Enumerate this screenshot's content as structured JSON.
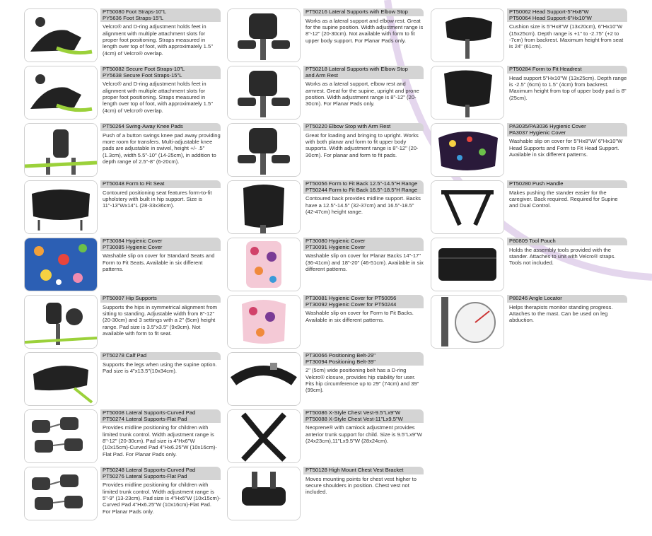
{
  "accent_color": "#c3a4d8",
  "columns": [
    [
      {
        "titles": [
          "PT50080 Foot Straps-10\"L",
          "PY5636 Foot Straps-15\"L"
        ],
        "desc": "Velcro® and D-ring adjustment holds feet in alignment with multiple attachment slots for proper foot positioning. Straps measured in length over top of foot, with approximately 1.5\" (4cm) of Velcro® overlap.",
        "thumb": "foot"
      },
      {
        "titles": [
          "PT50082 Secure Foot Straps-10\"L",
          "PY5638 Secure Foot Straps-15\"L"
        ],
        "desc": "Velcro® and D-ring adjustment holds feet in alignment with multiple attachment slots for proper foot positioning. Straps measured in length over top of foot, with approximately 1.5\" (4cm) of Velcro® overlap.",
        "thumb": "foot"
      },
      {
        "titles": [
          "PT50264 Swing-Away Knee Pads"
        ],
        "desc": "Push of a button swings knee pad away providing more room for transfers. Multi-adjustable knee pads are adjustable in swivel, height +/- .5\" (1.3cm), width 5.5\"-10\" (14-25cm), in addition to depth range of 2.5\"-8\" (6-20cm).",
        "thumb": "knee"
      },
      {
        "titles": [
          "PT50048 Form to Fit Seat"
        ],
        "desc": "Contoured positioning seat features form-to-fit upholstery with built in hip support. Size is 11\"-13\"Wx14\"L (28-33x36cm).",
        "thumb": "seat"
      },
      {
        "titles": [
          "PT30084 Hygienic Cover",
          "PT30085 Hygienic Cover"
        ],
        "desc": "Washable slip on cover for Standard Seats and Form to Fit Seats. Available in six different patterns.",
        "thumb": "blue-pattern"
      },
      {
        "titles": [
          "PT50007 Hip Supports"
        ],
        "desc": "Supports the hips in symmetrical alignment from sitting to standing. Adjustable width from 8\"-12\" (20-30cm) and 3 settings with a 2\" (5cm) height range. Pad size is 3.5\"x3.5\" (9x9cm). Not available with form to fit seat.",
        "thumb": "hip"
      },
      {
        "titles": [
          "PT50278 Calf Pad"
        ],
        "desc": "Supports the legs when using the supine option. Pad size is 4\"x13.5\"(10x34cm).",
        "thumb": "calf"
      },
      {
        "titles": [
          "PT50008 Lateral Supports-Curved Pad",
          "PT50274 Lateral Supports-Flat Pad"
        ],
        "desc": "Provides midline positioning for children with limited trunk control. Width adjustment range is 8\"-12\" (20-30cm). Pad size is 4\"Hx6\"W (10x15cm)-Curved Pad 4\"Hx6.25\"W (10x16cm)-Flat Pad. For Planar Pads only.",
        "thumb": "lateral"
      },
      {
        "titles": [
          "PT50248 Lateral Supports-Curved Pad",
          "PT50276 Lateral Supports-Flat Pad"
        ],
        "desc": "Provides midline positioning for children with limited trunk control. Width adjustment range is 5\"-9\" (13-23cm). Pad size is 4\"Hx6\"W (10x15cm)-Curved Pad 4\"Hx6.25\"W (10x16cm)-Flat Pad. For Planar Pads only.",
        "thumb": "lateral"
      }
    ],
    [
      {
        "titles": [
          "PT50216 Lateral Supports with Elbow Stop"
        ],
        "desc": "Works as a lateral support and elbow rest. Great for the supine position. Width adjustment range is 8\"-12\" (20-30cm). Not available with form to fit upper body support. For Planar Pads only.",
        "thumb": "frame"
      },
      {
        "titles": [
          "PT50218 Lateral Supports with Elbow Stop",
          "and Arm Rest"
        ],
        "desc": "Works as a lateral support, elbow rest and armrest. Great for the supine, upright and prone position. Width adjustment range is 8\"-12\" (20-30cm). For Planar Pads only.",
        "thumb": "frame"
      },
      {
        "titles": [
          "PT50220 Elbow Stop with Arm Rest"
        ],
        "desc": "Great for loading and bringing to upright. Works with both planar and form to fit upper body supports. Width adjustment range is 8\"-12\" (20-30cm). For planar and form to fit pads.",
        "thumb": "frame"
      },
      {
        "titles": [
          "PT50056 Form to Fit Back 12.5\"-14.5\"H Range",
          "PT50244 Form to Fit Back 16.5\"-18.5\"H Range"
        ],
        "desc": "Contoured back provides midline support. Backs have a 12.5\"-14.5\" (32-37cm) and 16.5\"-18.5\" (42-47cm) height range.",
        "thumb": "back"
      },
      {
        "titles": [
          "PT30080 Hygienic Cover",
          "PT30091 Hygienic Cover"
        ],
        "desc": "Washable slip on cover for Planar Backs 14\"-17\" (36-41cm) and 18\"-20\" (46-51cm). Available in six different patterns.",
        "thumb": "pink-cover"
      },
      {
        "titles": [
          "PT30081 Hygienic Cover for PT50056",
          "PT30092 Hygienic Cover for PT50244"
        ],
        "desc": "Washable slip on cover for Form to Fit Backs. Available in six different patterns.",
        "thumb": "pink-cover2"
      },
      {
        "titles": [
          "PT30066 Positioning Belt-29\"",
          "PT30094 Positioning Belt-39\""
        ],
        "desc": "2\" (5cm) wide positioning belt has a D-ring Velcro® closure, provides hip stability for user. Fits hip circumference up to 29\" (74cm) and 39\" (99cm).",
        "thumb": "belt"
      },
      {
        "titles": [
          "PT50086 X-Style Chest Vest-9.5\"Lx9\"W",
          "PT50088 X-Style Chest Vest-11\"Lx9.5\"W"
        ],
        "desc": "Neoprene® with camlock adjustment provides anterior trunk support for child. Size is 9.5\"Lx9\"W (24x23cm),11\"Lx9.5\"W (28x24cm).",
        "thumb": "vest"
      },
      {
        "titles": [
          "PT50128 High Mount Chest Vest Bracket"
        ],
        "desc": "Moves mounting points for chest vest higher to secure shoulders in position. Chest vest not included.",
        "thumb": "bracket"
      }
    ],
    [
      {
        "titles": [
          "PT50062 Head Support-5\"Hx8\"W",
          "PT50064 Head Support-6\"Hx10\"W"
        ],
        "desc": "Cushion size is 5\"Hx8\"W (13x20cm), 6\"Hx10\"W (15x25cm). Depth range is +1\" to -2.75\" (+2 to -7cm) from backrest. Maximum height from seat is 24\" (61cm).",
        "thumb": "head"
      },
      {
        "titles": [
          "PT50284 Form to Fit Headrest"
        ],
        "desc": "Head support 5\"Hx10\"W (13x25cm). Depth range is -2.5\" (6cm) to 1.5\" (4cm) from backrest. Maximum height from top of upper body pad is 8\" (25cm).",
        "thumb": "headrest"
      },
      {
        "titles": [
          "PA3035/PA3036 Hygienic Cover",
          "PA3037 Hygienic Cover"
        ],
        "desc": "Washable slip on cover for 5\"Hx8\"W/ 6\"Hx10\"W Head Supports and Form to Fit Head Support. Available in six different patterns.",
        "thumb": "space-cover"
      },
      {
        "titles": [
          "PT50280 Push Handle"
        ],
        "desc": "Makes pushing the stander easier for the caregiver. Back required. Required for Supine and Dual Control.",
        "thumb": "handle"
      },
      {
        "titles": [
          "P80809 Tool Pouch"
        ],
        "desc": "Holds the assembly tools provided with the stander. Attaches to unit with Velcro® straps. Tools not included.",
        "thumb": "pouch"
      },
      {
        "titles": [
          "P80246 Angle Locator"
        ],
        "desc": "Helps therapists monitor standing progress. Attaches to the mast. Can be used on leg abduction.",
        "thumb": "angle"
      }
    ]
  ]
}
